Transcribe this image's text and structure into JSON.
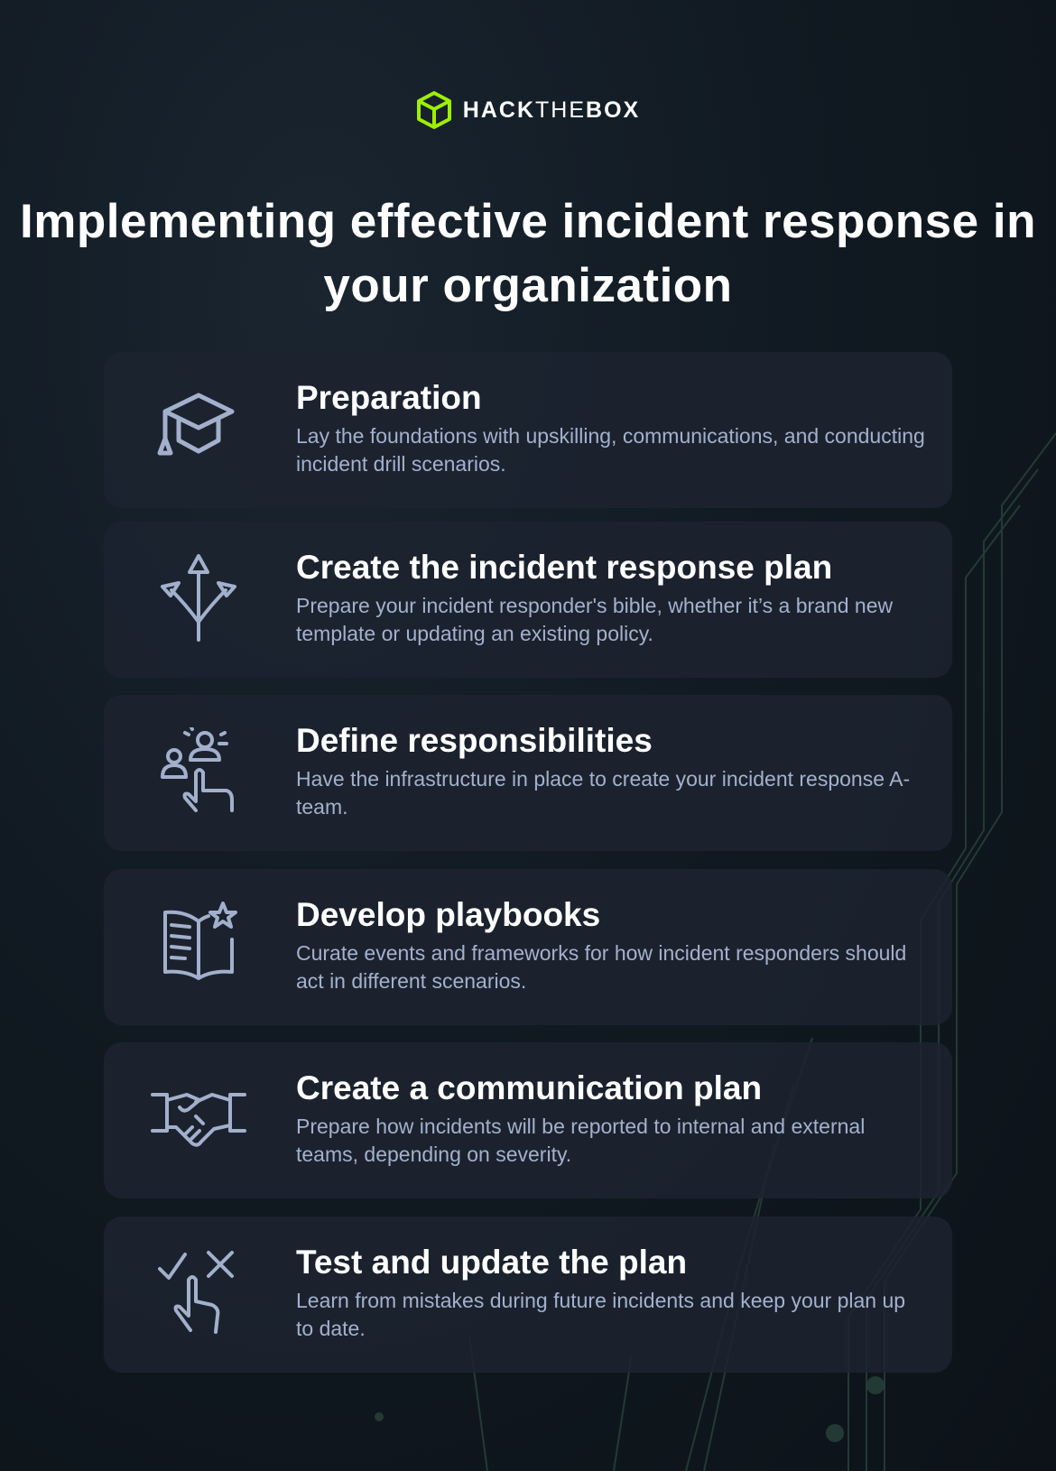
{
  "brand": {
    "hack": "HACK",
    "the": "THE",
    "box": "BOX",
    "accent": "#9fef00"
  },
  "heading": "Implementing effective incident response in your organization",
  "steps": [
    {
      "icon": "graduation-cap-icon",
      "title": "Preparation",
      "desc": "Lay the foundations with upskilling, communications, and conducting incident drill scenarios."
    },
    {
      "icon": "branching-arrows-icon",
      "title": "Create the incident response plan",
      "desc": "Prepare your incident responder's bible, whether it’s a brand new template or updating an existing policy."
    },
    {
      "icon": "team-select-icon",
      "title": "Define responsibilities",
      "desc": "Have the infrastructure in place to create your incident response A-team."
    },
    {
      "icon": "playbook-icon",
      "title": "Develop playbooks",
      "desc": "Curate events and frameworks for how incident responders should act in different scenarios."
    },
    {
      "icon": "handshake-icon",
      "title": "Create a communication plan",
      "desc": "Prepare how incidents will be reported to internal and external teams, depending on severity."
    },
    {
      "icon": "test-check-icon",
      "title": "Test and update the plan",
      "desc": "Learn from mistakes during future incidents and keep your plan up to date."
    }
  ]
}
